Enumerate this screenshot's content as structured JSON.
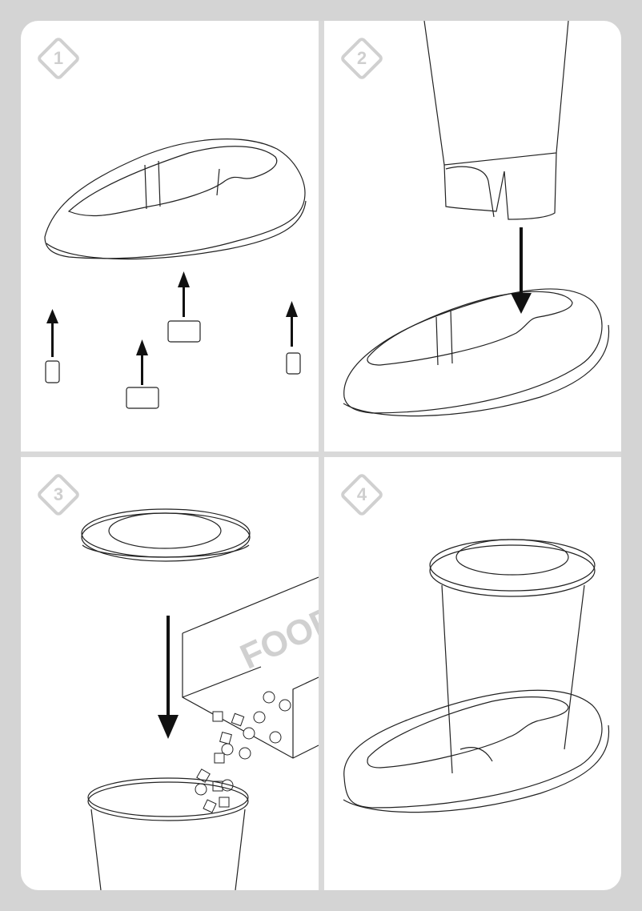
{
  "steps": [
    {
      "number": "1",
      "description": "Attach the four non-slip feet to the underside of the base"
    },
    {
      "number": "2",
      "description": "Insert the container into the base"
    },
    {
      "number": "3",
      "description": "Fill the container with food, then place the lid"
    },
    {
      "number": "4",
      "description": "Assembled feeder"
    }
  ],
  "food_box_label": "FOOD",
  "colors": {
    "background": "#d4d4d4",
    "panel": "#ffffff",
    "divider": "#d9d9d9",
    "badge": "#d0d0d0",
    "line": "#222222",
    "arrow": "#111111"
  }
}
